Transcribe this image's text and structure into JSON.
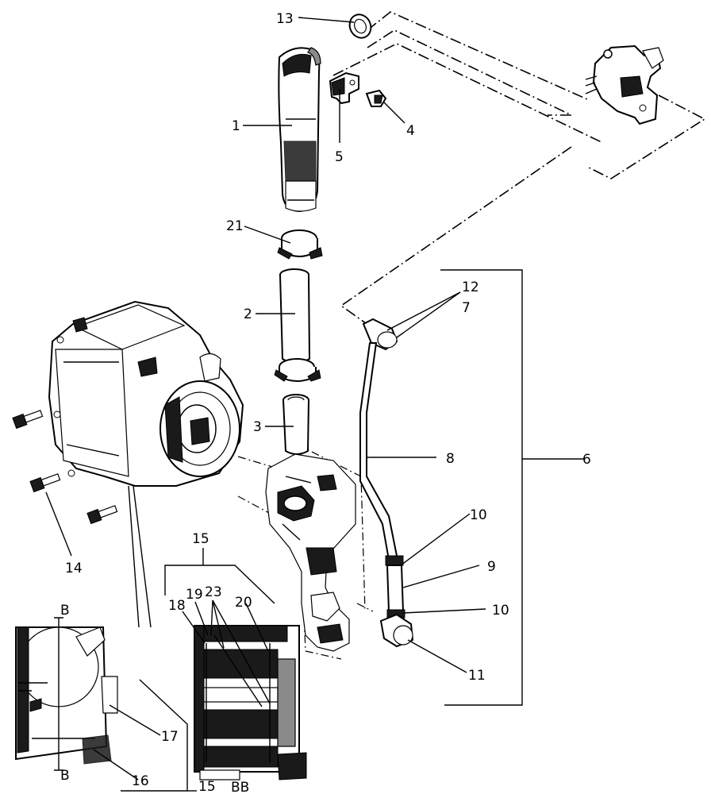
{
  "callouts": {
    "c1": "1",
    "c2": "2",
    "c3": "3",
    "c4": "4",
    "c5": "5",
    "c6": "6",
    "c7": "7",
    "c8": "8",
    "c9": "9",
    "c10a": "10",
    "c10b": "10",
    "c11": "11",
    "c12": "12",
    "c13": "13",
    "c14": "14",
    "c15a": "15",
    "c15b": "15",
    "c16": "16",
    "c17": "17",
    "c18": "18",
    "c19": "19",
    "c20": "20",
    "c21": "21",
    "c23": "23"
  },
  "view_labels": {
    "b_top": "B",
    "b_bottom": "B",
    "bb": "BB"
  }
}
